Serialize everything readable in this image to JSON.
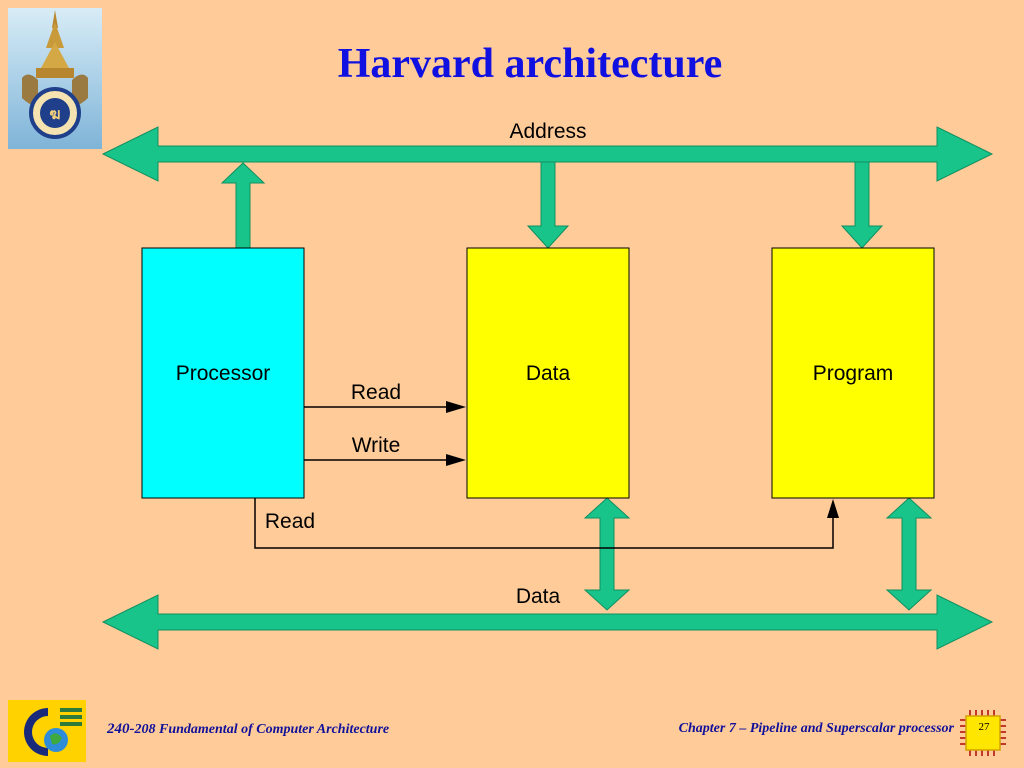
{
  "slide": {
    "title": "Harvard architecture",
    "page_number": "27"
  },
  "diagram": {
    "buses": {
      "top": "Address",
      "bottom": "Data"
    },
    "blocks": {
      "processor": "Processor",
      "data_memory": "Data",
      "program_memory": "Program"
    },
    "signals": {
      "read_to_data": "Read",
      "write_to_data": "Write",
      "read_to_program": "Read"
    }
  },
  "footer": {
    "course_code": "240-",
    "course_title": "208 Fundamental of Computer Architecture",
    "chapter": "Chapter 7 – Pipeline and Superscalar processor"
  },
  "colors": {
    "background": "#FFCC99",
    "title": "#1010E0",
    "bus": "#19C48A",
    "processor": "#00FFFF",
    "memory": "#FFFF00"
  }
}
